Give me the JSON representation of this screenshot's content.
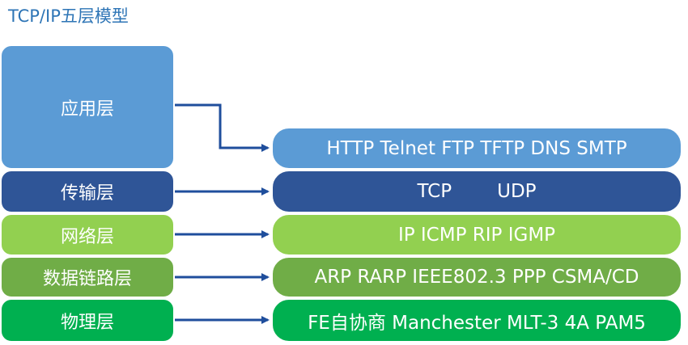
{
  "title": "TCP/IP五层模型",
  "colors": {
    "title": "#2e75b6",
    "application": "#5b9bd5",
    "transport": "#2f5597",
    "network": "#92d050",
    "datalink": "#70ad47",
    "physical": "#00b050",
    "arrow": "#1f4e9c"
  },
  "layers": [
    {
      "name": "应用层",
      "protocols": "HTTP Telnet FTP TFTP DNS SMTP"
    },
    {
      "name": "传输层",
      "protocols": [
        "TCP",
        "UDP"
      ]
    },
    {
      "name": "网络层",
      "protocols": "IP ICMP RIP IGMP"
    },
    {
      "name": "数据链路层",
      "protocols": "ARP RARP IEEE802.3 PPP CSMA/CD"
    },
    {
      "name": "物理层",
      "protocols": "FE自协商 Manchester MLT-3 4A PAM5"
    }
  ]
}
